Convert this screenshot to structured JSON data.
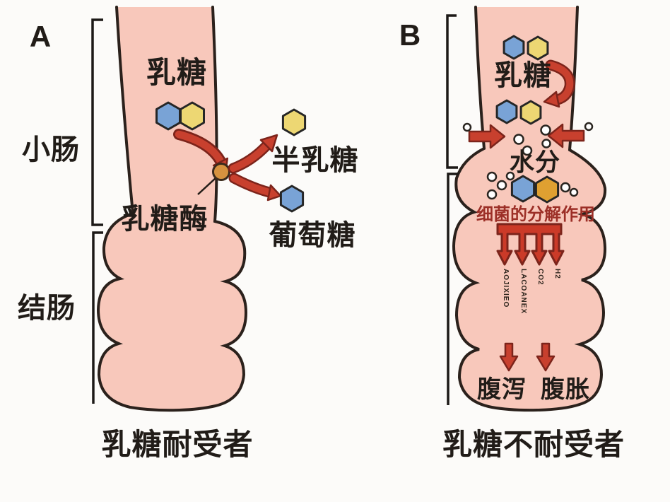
{
  "panel_a": {
    "label": "A",
    "small_intestine": "小肠",
    "colon": "结肠",
    "lactose": "乳糖",
    "lactase": "乳糖酶",
    "galactose": "半乳糖",
    "glucose": "葡萄糖",
    "caption": "乳糖耐受者"
  },
  "panel_b": {
    "label": "B",
    "lactose": "乳糖",
    "water": "水分",
    "bacteria_action": "细菌的分解作用",
    "gases": [
      "AOJIXIEO",
      "LACOANEX",
      "CO2",
      "H2"
    ],
    "symptom_diarrhea": "腹泻",
    "symptom_bloating": "腹胀",
    "caption": "乳糖不耐受者"
  },
  "icons": {
    "lactose_molecule": "blue and yellow hexagon pair",
    "galactose_molecule": "yellow hexagon",
    "glucose_molecule": "blue hexagon",
    "fermented_sugar_molecule": "blue and orange hexagon pair",
    "lactase_enzyme": "orange dot on intestine wall",
    "water_droplet": "small white circle",
    "reaction_arrow": "red curved arrow",
    "water_influx_arrow": "red block arrow",
    "gas_release_arrows": "red comb of four down arrows",
    "symptom_arrow": "red down arrow"
  },
  "colors": {
    "background": "#fcfbf9",
    "intestine_fill": "#f8c8bb",
    "outline": "#2b211c",
    "arrow_red": "#c8402e",
    "arrow_outline": "#7c241b",
    "hex_blue": "#79a3d6",
    "hex_yellow": "#edd773",
    "hex_orange": "#dfa031",
    "lactase_dot": "#d6923f",
    "bacteria_text": "#9c2f27",
    "text": "#211c18"
  }
}
